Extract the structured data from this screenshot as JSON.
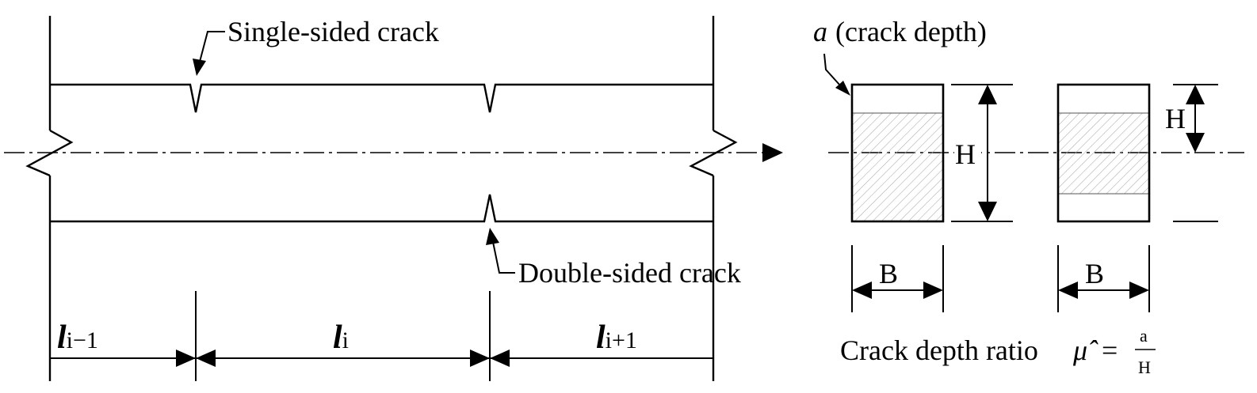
{
  "labels": {
    "single_crack": "Single-sided crack",
    "double_crack": "Double-sided crack",
    "crack_depth_symbol": "a",
    "crack_depth_text": "(crack depth)",
    "height": "H",
    "width": "B",
    "ratio_text": "Crack depth ratio",
    "ratio_symbol": "μ̂",
    "ratio_equals": "=",
    "ratio_numerator": "a",
    "ratio_denominator": "H"
  },
  "segments": [
    {
      "letter": "l",
      "sub": "i−1"
    },
    {
      "letter": "l",
      "sub": "i"
    },
    {
      "letter": "l",
      "sub": "i+1"
    }
  ],
  "colors": {
    "stroke": "#000000",
    "hatch": "#b5b5b5"
  }
}
